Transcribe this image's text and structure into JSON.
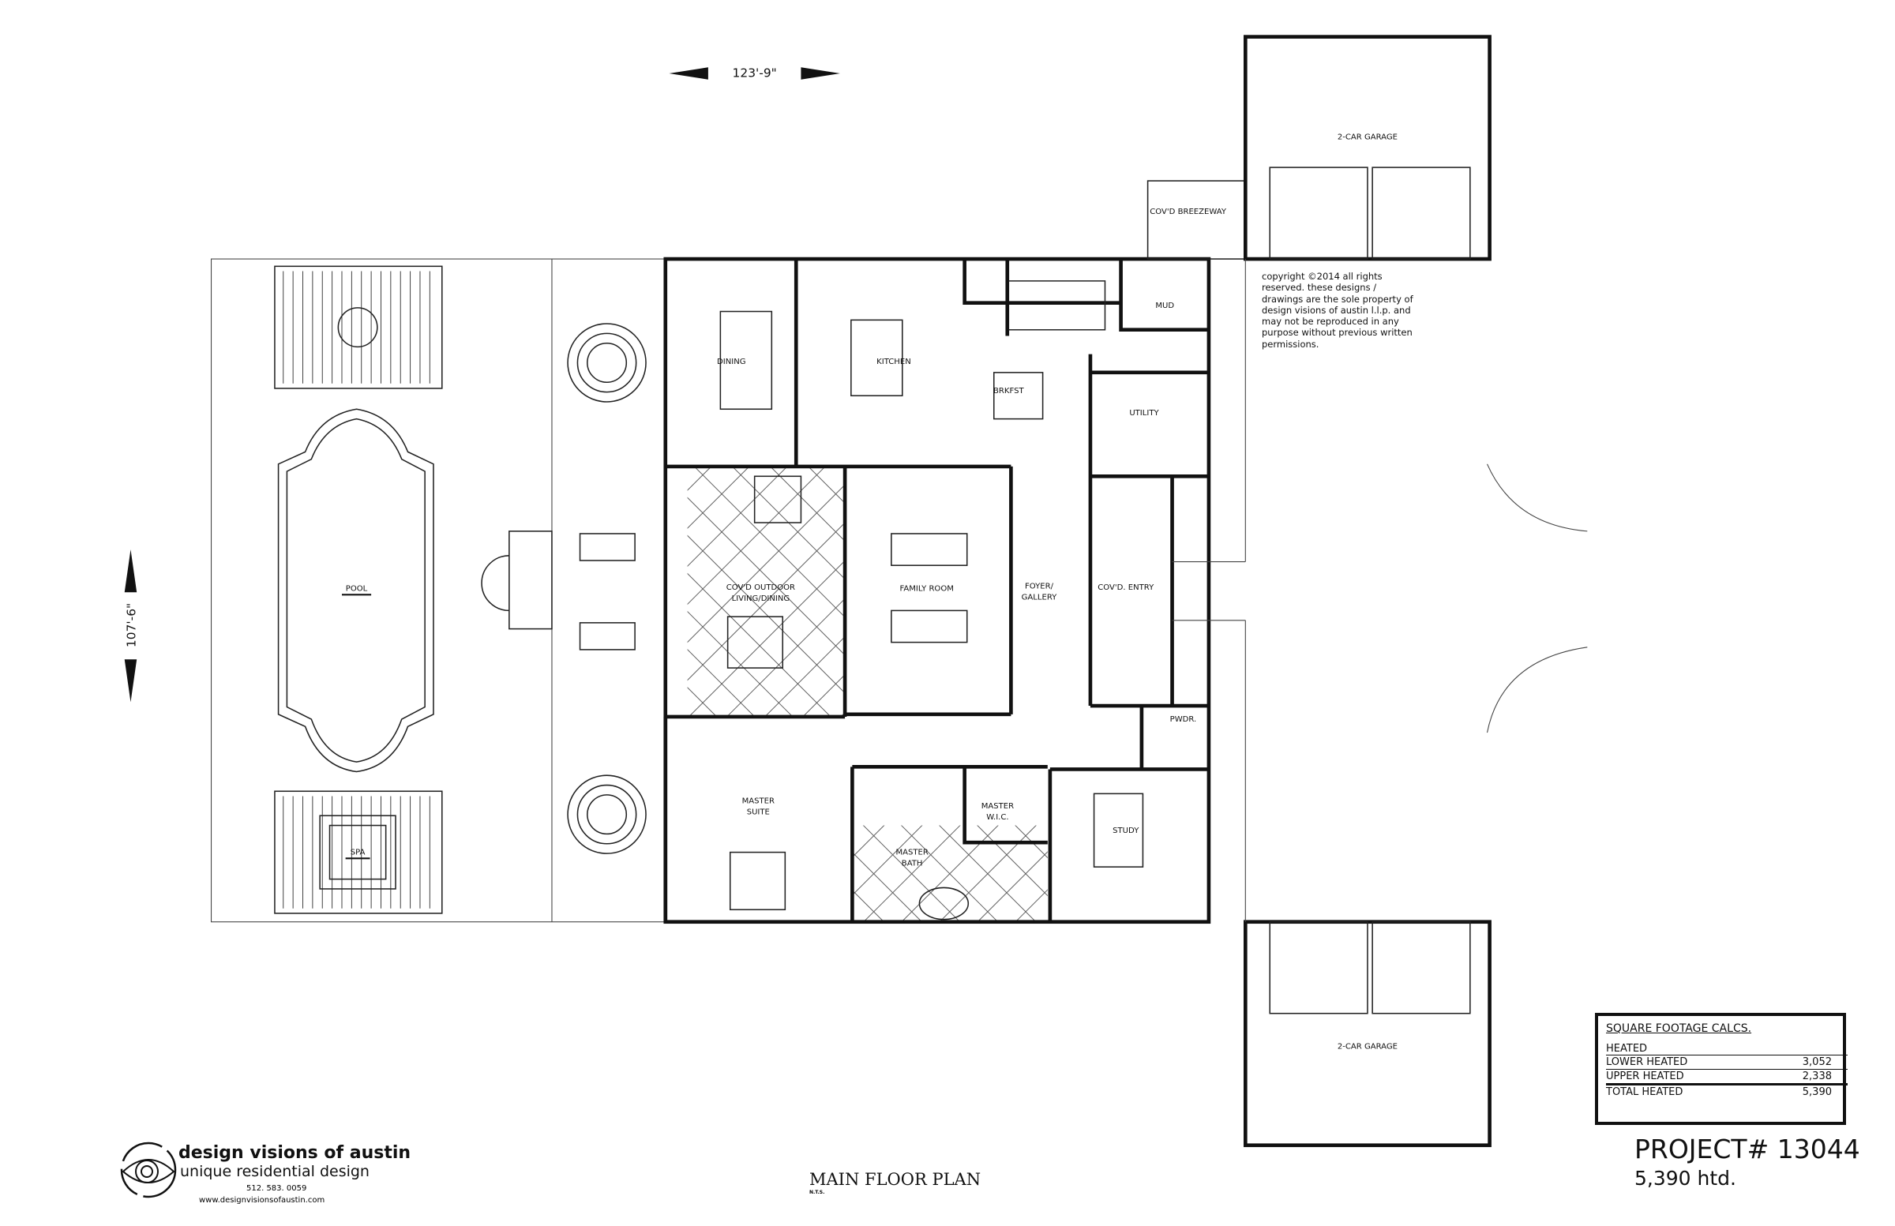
{
  "dimensions": {
    "width": "123'-9\"",
    "depth": "107'-6\""
  },
  "rooms": {
    "pool": "POOL",
    "spa": "SPA",
    "dining": "DINING",
    "kitchen": "KITCHEN",
    "breakfast": "BRKFST",
    "mud": "MUD",
    "utility": "UTILITY",
    "covd_outdoor_1": "COV'D OUTDOOR",
    "covd_outdoor_2": "LIVING/DINING",
    "family_room": "FAMILY ROOM",
    "foyer_1": "FOYER/",
    "foyer_2": "GALLERY",
    "covd_entry": "COV'D. ENTRY",
    "pwdr": "PWDR.",
    "master_suite_1": "MASTER",
    "master_suite_2": "SUITE",
    "master_wic_1": "MASTER",
    "master_wic_2": "W.I.C.",
    "master_bath_1": "MASTER",
    "master_bath_2": "BATH",
    "study": "STUDY",
    "breezeway": "COV'D BREEZEWAY",
    "garage_top": "2-CAR GARAGE",
    "garage_bottom": "2-CAR GARAGE"
  },
  "copyright": "copyright ©2014 all rights reserved.  these designs / drawings are the sole property of design visions of austin l.l.p. and may not be reproduced in any purpose without previous written permissions.",
  "sqft": {
    "title": "SQUARE FOOTAGE CALCS.",
    "heading": "HEATED",
    "rows": [
      {
        "label": "LOWER HEATED",
        "value": "3,052"
      },
      {
        "label": "UPPER HEATED",
        "value": "2,338"
      },
      {
        "label": "TOTAL HEATED",
        "value": "5,390"
      }
    ]
  },
  "project": {
    "number": "PROJECT# 13044",
    "heated": "5,390 htd."
  },
  "drawing": {
    "title": "MAIN FLOOR PLAN",
    "scale": "N.T.S."
  },
  "logo": {
    "name": "design visions of austin",
    "tagline": "unique residential design",
    "phone": "512. 583. 0059",
    "url": "www.designvisionsofaustin.com"
  }
}
